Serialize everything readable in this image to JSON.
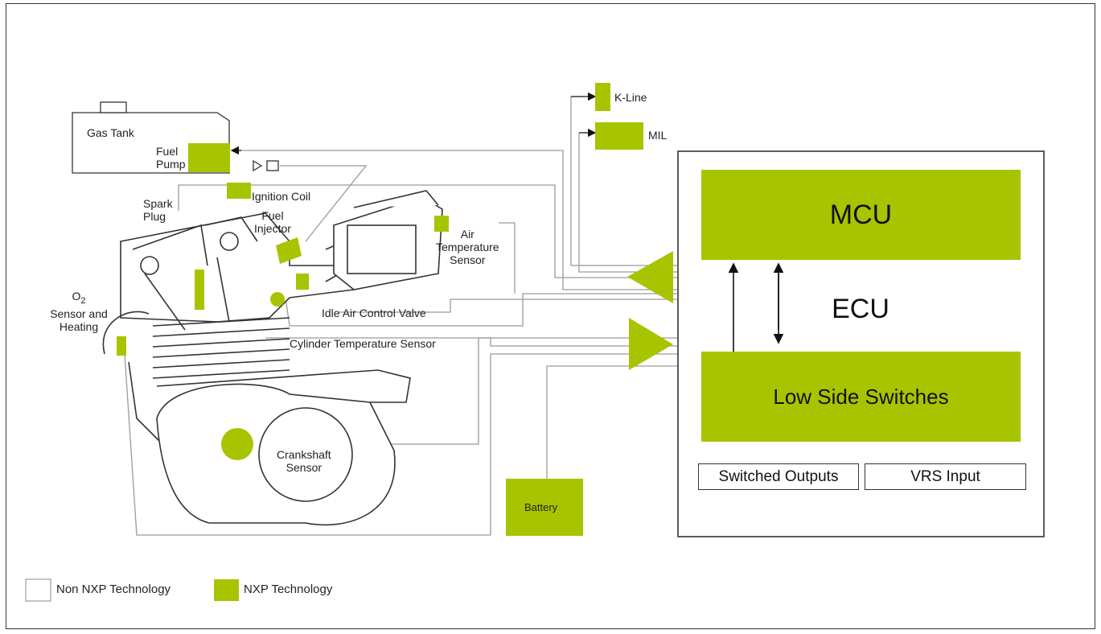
{
  "colors": {
    "nxp_green": "#a8c400",
    "line": "#8a8a8a",
    "outline": "#333333"
  },
  "components": {
    "gas_tank": "Gas Tank",
    "fuel_pump": "Fuel\nPump",
    "ignition_coil": "Ignition Coil",
    "spark_plug": "Spark\nPlug",
    "fuel_injector": "Fuel\nInjector",
    "air_temp_sensor": "Air\nTemperature\nSensor",
    "idle_air_valve": "Idle Air Control Valve",
    "o2_sensor_prefix": "O",
    "o2_sensor_sub": "2",
    "o2_sensor_rest": "Sensor and\nHeating",
    "cylinder_temp_sensor": "Cylinder Temperature Sensor",
    "crankshaft_sensor": "Crankshaft\nSensor",
    "battery": "Battery",
    "k_line": "K-Line",
    "mil": "MIL"
  },
  "ecu": {
    "mcu": "MCU",
    "ecu": "ECU",
    "low_side": "Low Side Switches",
    "switched_outputs": "Switched Outputs",
    "vrs_input": "VRS Input"
  },
  "legend": {
    "non_nxp": "Non NXP Technology",
    "nxp": "NXP Technology"
  }
}
